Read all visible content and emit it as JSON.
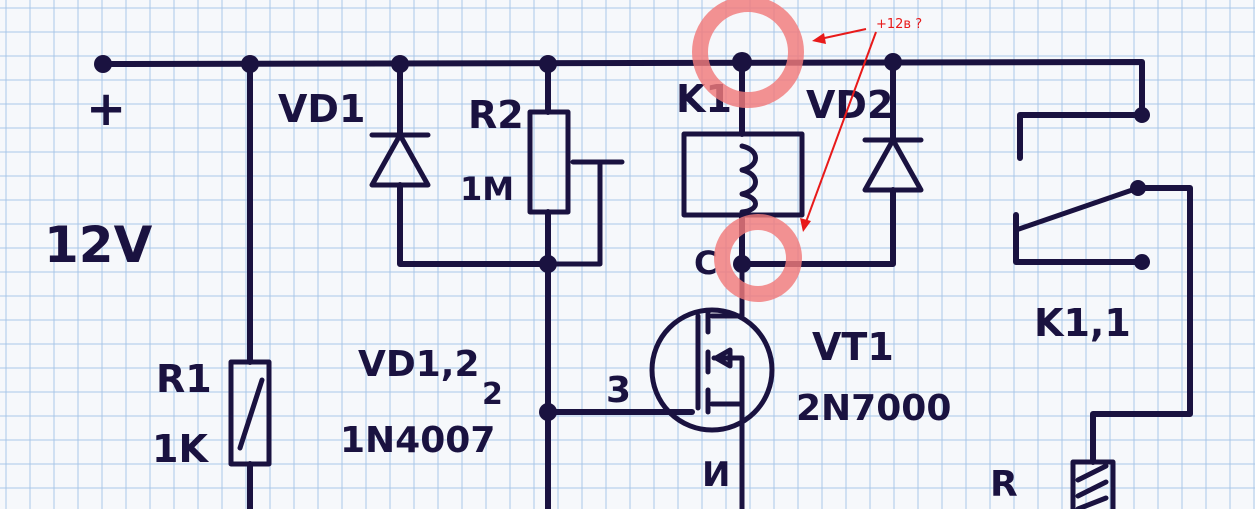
{
  "labels": {
    "plus": "+",
    "supply": "12V",
    "vd1": "VD1",
    "r2": "R2",
    "r2_value": "1M",
    "k1": "K1",
    "vd2": "VD2",
    "c_pin": "C",
    "gate_pin": "3",
    "source_pin": "И",
    "vt1": "VT1",
    "vt1_part": "2N7000",
    "k11": "K1,1",
    "r1": "R1",
    "r1_value": "1K",
    "vd12": "VD1,2",
    "vd12_sub": "2",
    "vd12_part": "1N4007",
    "r_bottom": "R"
  },
  "annotation": {
    "text": "+12в ?",
    "color": "#e81a1a",
    "highlight_color": "#f07a7a"
  },
  "colors": {
    "ink": "#1a1240",
    "grid": "#a9c7e8",
    "paper": "#f6f8fb"
  }
}
